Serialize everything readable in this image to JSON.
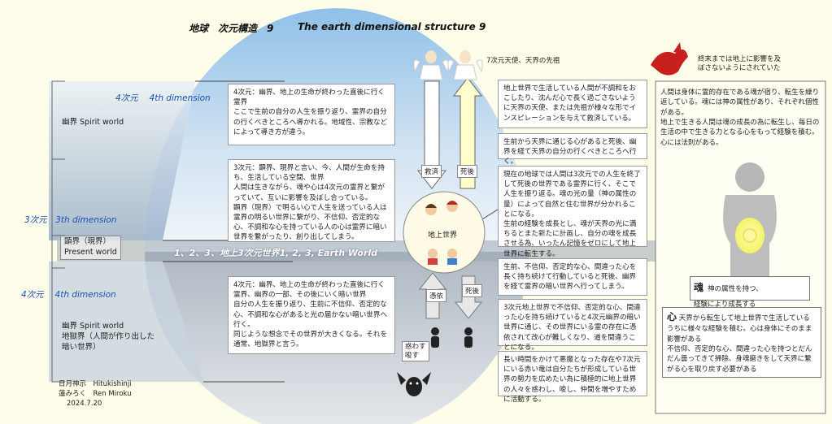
{
  "title": {
    "jp": "地球　次元構造　9",
    "en": "The earth dimensional structure 9"
  },
  "angels_caption": "7次元天使、天界の先祖",
  "devil_caption": "終末までは地上に影響を及\nぼさないようにされていた",
  "dimensions": {
    "d4_upper": "4次元　 4th dimension",
    "d3": "3次元　3th dimension",
    "d4_lower": "4次元　 4th dimension"
  },
  "realm_labels": {
    "spirit": "幽界 Spirit world",
    "present": "顕界（現界）\nPresent world",
    "hell": "幽界 Spirit world\n地獄界（人間が作り出した\n暗い世界）"
  },
  "earth_world_band": "1、2、3、地上3次元世界1, 2, 3, Earth World",
  "center_boxes": {
    "upper4d": "4次元：幽界、地上の生命が終わった直後に行く霊界\nここで生前の自分の人生を振り返り、霊界の自分の行くべきところへ導かれる。地域性、宗教などによって導き方が違う。",
    "present3d": "3次元：顕界、現界と言い、今、人間が生命を持ち、生活している空間、世界\n人間は生きながら、魂や心は4次元の霊界と繋がっていて、互いに影響を及ぼし合っている。\n顕界（現界）で明るい心で人生を送っている人は霊界の明るい世界に繋がり、不信仰、否定的な心、不調和な心を持っている人の心は霊界に暗い世界を繋がったり、創り出してしまう。",
    "lower4d": "4次元：幽界、地上の生命が終わった直後に行く霊界、幽界の一部、その後にいく暗い世界\n自分の人生を振り返り、生前に不信仰、否定的な心、不調和な心があると光の届かない暗い世界へ行く。\n同じような想念でその世界が大きくなる。それを通常、地獄界と言う。"
  },
  "arrows": {
    "salvation": "救済",
    "death_up": "死後",
    "possession": "憑依",
    "death_down": "死後",
    "tempt": "惑わす\n唆す"
  },
  "earth_world_label": "地上世界",
  "right_boxes": {
    "r1": "地上世界で生活している人間が不調和をおこしたり、沈んだ心で長く過ごさないように天界の天使、または先祖が様々な形でインスピレーションを与えて救済している。",
    "r2": "生前から天界に通じる心があると死後、幽界を経て天界の自分の行くべきところへ行く。",
    "r3": "現在の地球では人間は3次元での人生を終了して死後の世界である霊界に行く、そこで人生を振り返る。魂の光の量（神の属性の量）によって自然と住む世界が分かれることになる。\n生前の経験を成長とし、魂が天界の光に満ちるとまた新たに計画し、自分の魂を成長させる為、いったん記憶をゼロにして地上世界に転生する。",
    "r4": "生前、不信仰、否定的な心、間違った心を長く持ち続けて行動していると死後、幽界を経て霊界の暗い世界へ行ってしまう。",
    "r5": "3次元地上世界で不信仰、否定的な心、間違った心を持ち続けていると4次元幽界の暗い世界に通じ、その世界にいる霊の存在に憑依されて改心が難しくなり、道を間違うことになる。",
    "r6": "長い時間をかけて悪魔となった存在や7次元にいる赤い竜は自分たちが形成している世界の勢力を広めたい為に積極的に地上世界の人々を惑わし、唆し、仲間を増やすために活動する。"
  },
  "soul_panel": {
    "top_text": "人間は身体に霊的存在である魂が宿り、転生を繰り返している。魂には神の属性があり、それぞれ個性がある。\n地上で生きる人間は魂の成長の為に転生し、毎日の生活の中で生きる力となる心をもって経験を積む。心には法則がある。",
    "soul_title": "魂",
    "soul_desc": "神の属性を持つ、\n経験により成長する",
    "heart_title": "心",
    "heart_desc": "天界から転生して地上世界で生活しているうちに様々な経験を積む。心は身体にそのまま影響がある\n不信仰、否定的な心、間違った心を持つとだんだん曇ってきて掃除、身魂磨きをして天界に繋がる心を取り戻す必要がある"
  },
  "credit": {
    "line1": "日月神示　Hitukishinji",
    "line2": "蓮みろく　Ren Miroku",
    "line3": "2024.7.20"
  },
  "colors": {
    "sky_top": "#9bc7ea",
    "sky_bottom": "#f4f8fb",
    "underground": "#c6ced6",
    "dimension_tag": "#4f86c9",
    "arrow_fill": "#ffffcc",
    "heart_glow": "#ffff55"
  }
}
